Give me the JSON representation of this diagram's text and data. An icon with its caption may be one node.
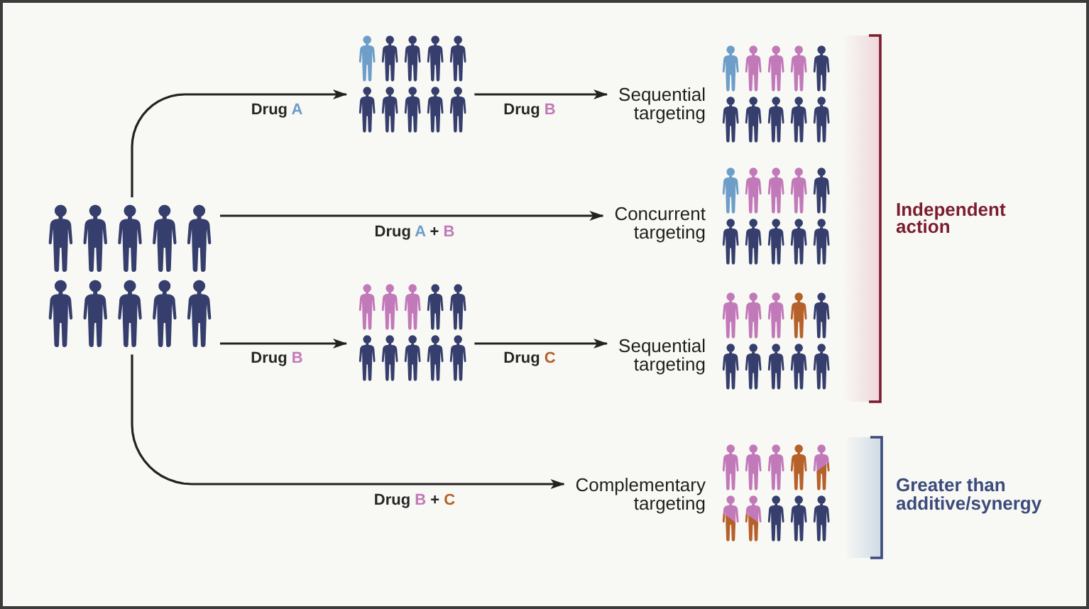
{
  "diagram": {
    "nodes": [
      {
        "text": [],
        "shape": "picture"
      },
      {
        "text": [],
        "shape": "picture"
      },
      {
        "text": [
          "Sequential targeting"
        ]
      },
      {
        "text": [
          "Concurrent targeting"
        ]
      },
      {
        "text": [],
        "shape": "picture"
      },
      {
        "text": [
          "Sequential targeting"
        ]
      },
      {
        "text": [
          "Complementary targeting"
        ]
      }
    ],
    "edges": [
      {
        "from": 0,
        "to": 1,
        "arrow": "to",
        "label": "Drug A"
      },
      {
        "from": 1,
        "to": 2,
        "arrow": "to",
        "label": "Drug B"
      },
      {
        "from": 0,
        "to": 3,
        "arrow": "to",
        "label": "Drug A + B"
      },
      {
        "from": 0,
        "to": 4,
        "arrow": "to",
        "label": "Drug B"
      },
      {
        "from": 4,
        "to": 5,
        "arrow": "to",
        "label": "Drug C"
      },
      {
        "from": 0,
        "to": 6,
        "arrow": "to",
        "label": "Drug B + C"
      }
    ],
    "labels": [
      "Independent action",
      "Greater than additive/synergy"
    ]
  }
}
